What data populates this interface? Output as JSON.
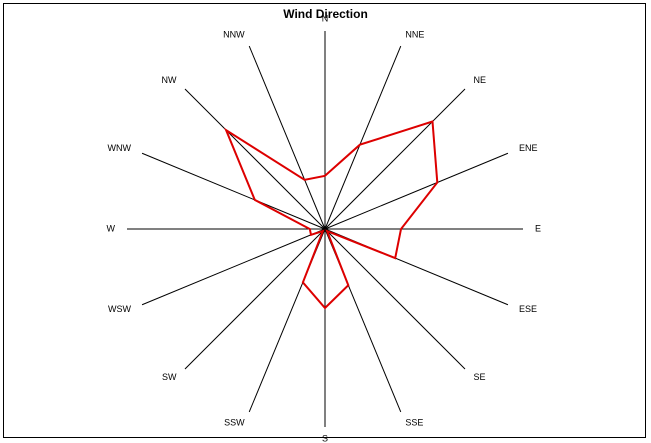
{
  "chart_data": {
    "type": "radar",
    "title": "Wind Direction",
    "directions": [
      "N",
      "NNE",
      "NE",
      "ENE",
      "E",
      "ESE",
      "SE",
      "SSE",
      "S",
      "SSW",
      "SW",
      "WSW",
      "W",
      "WNW",
      "NW",
      "NNW"
    ],
    "series": [
      {
        "values": [
          0.35,
          0.6,
          1.0,
          0.8,
          0.5,
          0.5,
          0.02,
          0.4,
          0.52,
          0.38,
          0.02,
          0.1,
          0.1,
          0.5,
          0.92,
          0.35
        ]
      }
    ],
    "rlim": [
      0,
      1
    ],
    "grid": false,
    "legend": "none",
    "colors": {
      "series": "#dd0000",
      "spokes": "#000000",
      "frame": "#000000"
    }
  }
}
